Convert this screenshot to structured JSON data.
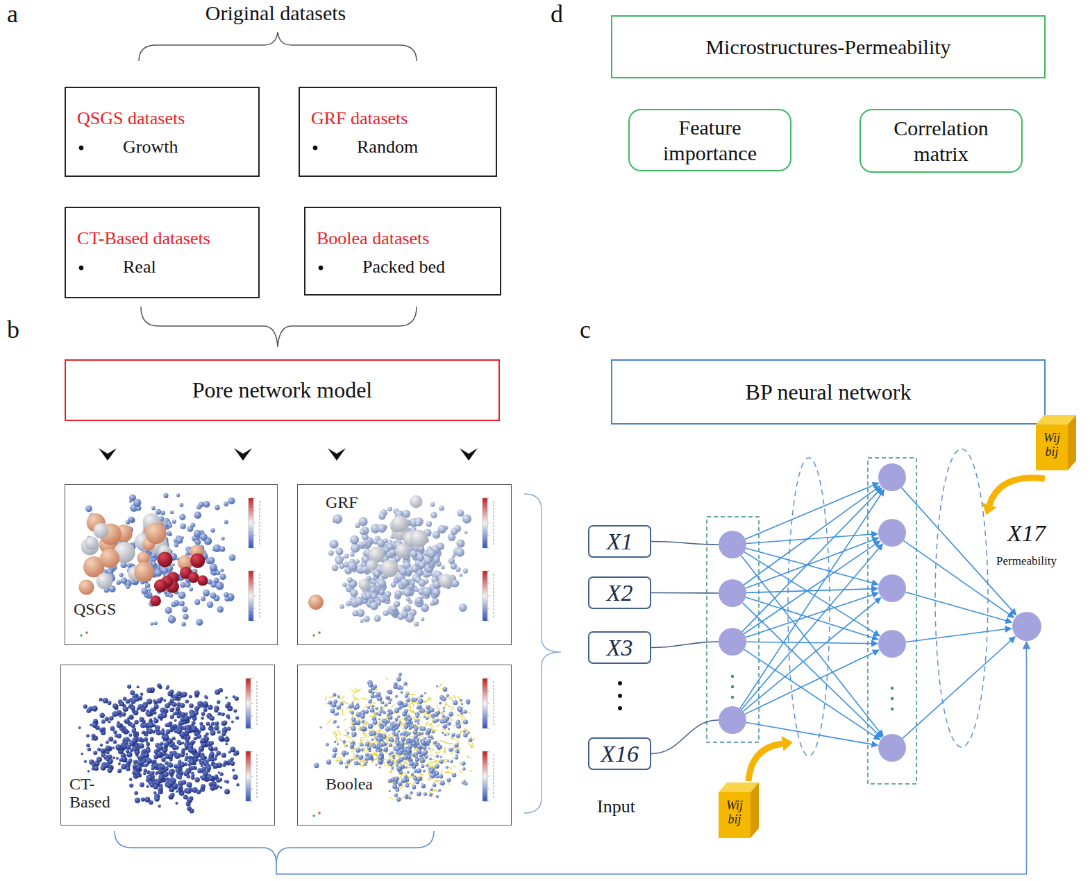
{
  "diagram": {
    "nodes": [
      {
        "text": [
          "QSGS datasets",
          "Growth"
        ]
      },
      {
        "text": [
          "GRF datasets",
          "Random"
        ]
      },
      {
        "text": [
          "CT-Based datasets",
          "Real"
        ]
      },
      {
        "text": [
          "Boolea datasets",
          "Packed bed"
        ]
      },
      {
        "text": [
          "Microstructures-Permeability"
        ]
      },
      {
        "text": [
          "Feature importance"
        ]
      },
      {
        "text": [
          "Correlation matrix"
        ]
      },
      {
        "text": [
          "Pore network model"
        ]
      },
      {
        "text": [
          "BP neural network"
        ]
      },
      {
        "text": [
          "QSGS"
        ]
      },
      {
        "text": [
          "GRF"
        ]
      },
      {
        "text": [
          "CT- Based"
        ]
      },
      {
        "text": [
          "Boolea"
        ]
      },
      {
        "text": [
          "X1"
        ]
      },
      {
        "text": [
          "X2"
        ]
      },
      {
        "text": [
          "X3"
        ]
      },
      {
        "text": [
          "X16"
        ]
      },
      {
        "text": [
          "Wij",
          "bij"
        ]
      },
      {
        "text": [
          "X17",
          "Permeability"
        ]
      },
      {
        "text": [
          "Wij",
          "bij"
        ]
      }
    ],
    "labels": [
      "a",
      "Original datasets",
      "d",
      "b",
      "c",
      "Input"
    ]
  }
}
